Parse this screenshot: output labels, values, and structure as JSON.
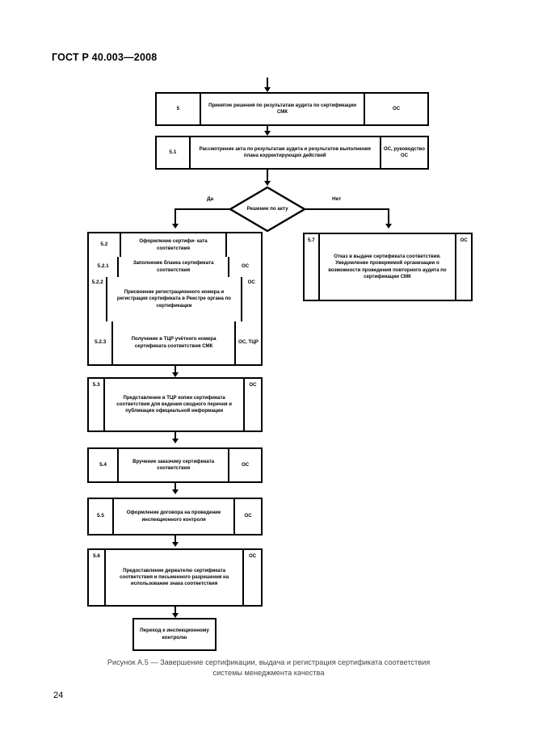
{
  "document": {
    "header": "ГОСТ Р 40.003—2008",
    "page_number": "24"
  },
  "figure": {
    "caption_line1": "Рисунок А.5 — Завершение сертификации, выдача и регистрация сертификата соответствия",
    "caption_line2": "системы менеджмента качества"
  },
  "flow": {
    "step5": {
      "num": "5",
      "text": "Принятие решения по результатам аудита по сертификации СМК",
      "resp": "ОС"
    },
    "step51": {
      "num": "5.1",
      "text": "Рассмотрение акта по результатам аудита и результатов выполнения плана корректирующих действий",
      "resp": "ОС, руководство ОС"
    },
    "decision": {
      "text": "Решение по акту",
      "yes_label": "Да",
      "no_label": "Нет"
    },
    "step52": {
      "num": "5.2",
      "text": "Оформление сертифи- ката соответствия",
      "resp": ""
    },
    "step521": {
      "num": "5.2.1",
      "text": "Заполнение бланка сертификата соответствия",
      "resp": "ОС"
    },
    "step522": {
      "num": "5.2.2",
      "text": "Присвоение регистрационного номера и регистрация сертификата в Реестре органа по сертификации",
      "resp": "ОС"
    },
    "step523": {
      "num": "5.2.3",
      "text": "Получение в ТЦР учётного номера сертификата соответствия СМК",
      "resp": "ОС, ТЦР"
    },
    "step57": {
      "num": "5.7",
      "text": "Отказ в выдаче сертификата соответствия. Уведомление проверяемой организации о возможности проведения повторного аудита по сертификации СМК",
      "resp": "ОС"
    },
    "step53": {
      "num": "5.3",
      "text": "Представление в ТЦР копии сертификата соответствия для ведения сводного перечня и публикации официальной информации",
      "resp": "ОС"
    },
    "step54": {
      "num": "5.4",
      "text": "Вручение заказчику сертификата соответствия",
      "resp": "ОС"
    },
    "step55": {
      "num": "5.5",
      "text": "Оформление договора на проведение инспекционного контроля",
      "resp": "ОС"
    },
    "step56": {
      "num": "5.6",
      "text": "Предоставление держателю сертификата соответствия и письменного разрешения на использование знака соответствия",
      "resp": "ОС"
    },
    "terminal": {
      "text": "Переход к инспекционному контролю"
    }
  }
}
